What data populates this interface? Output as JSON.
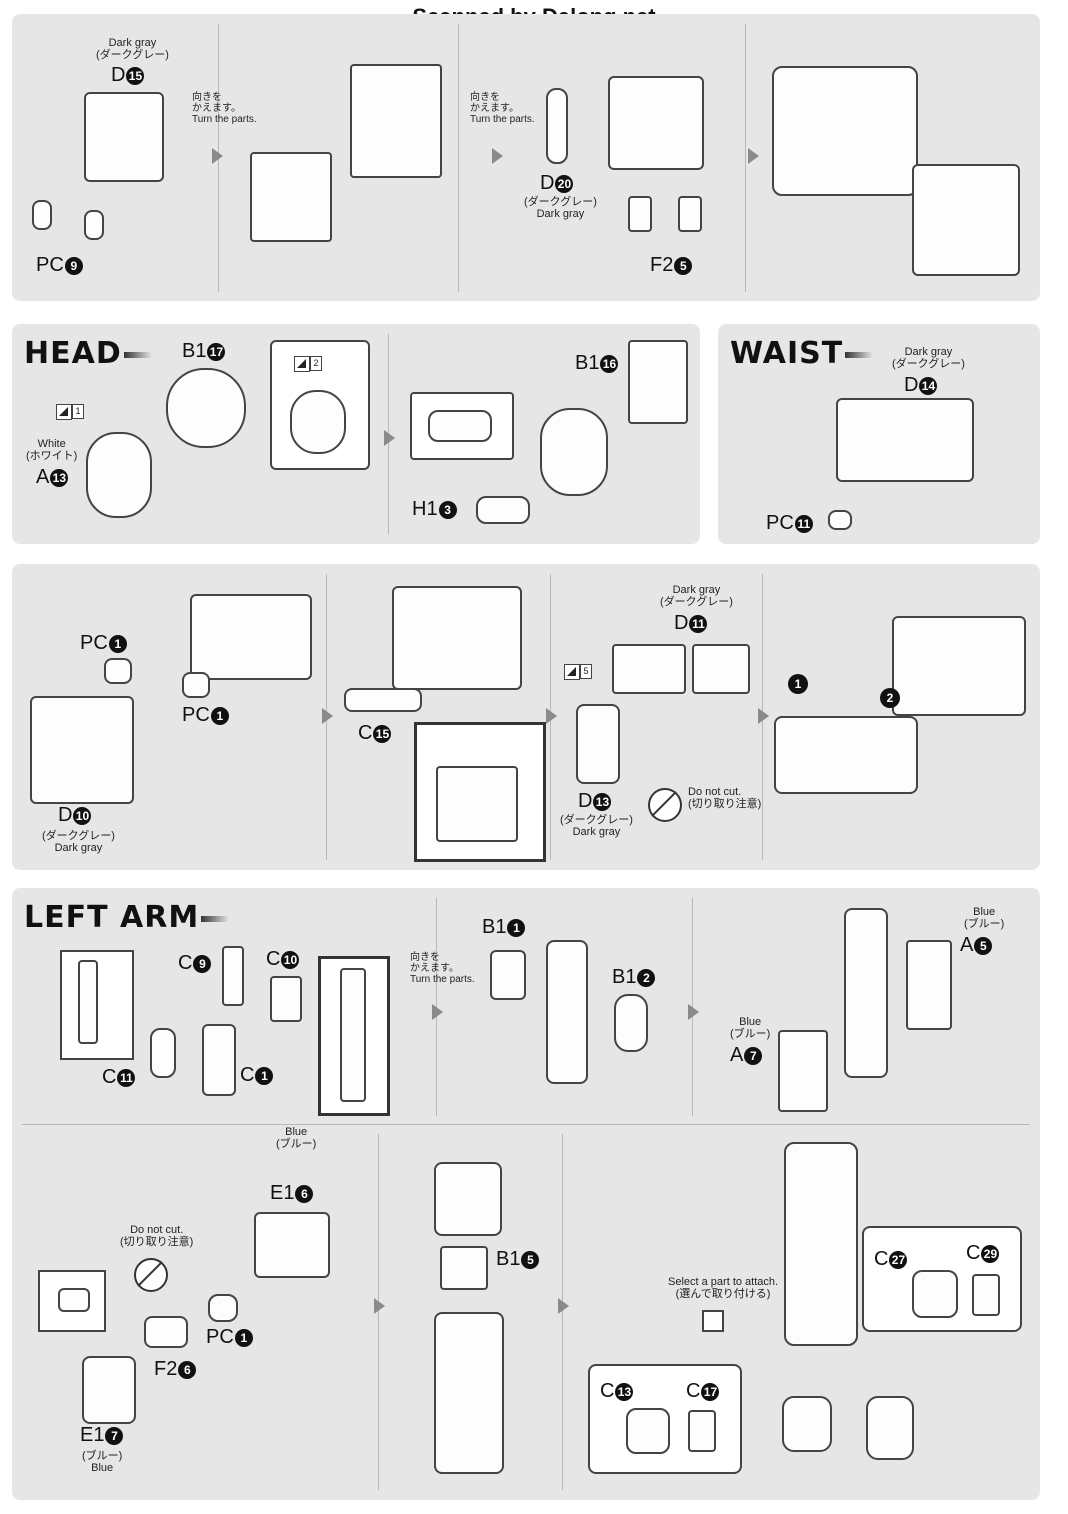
{
  "header": {
    "scan_credit": "Scanned by Dalong.net"
  },
  "turn_note": {
    "jp1": "向きを",
    "jp2": "かえます。",
    "en": "Turn the parts."
  },
  "no_cut_note": {
    "en": "Do not cut.",
    "jp": "(切り取り注意)"
  },
  "colors": {
    "dark_gray": {
      "en": "Dark gray",
      "jp": "(ダークグレー)"
    },
    "white": {
      "en": "White",
      "jp": "(ホワイト)"
    },
    "blue": {
      "en": "Blue",
      "jp": "(ブルー)"
    }
  },
  "select_note": {
    "en": "Select a part to attach.",
    "jp": "(選んで取り付ける)"
  },
  "icons": [
    "cut-flag-icon",
    "no-cut-icon",
    "direction-arrow-icon",
    "select-part-icon"
  ],
  "section1": {
    "parts": [
      {
        "name": "D",
        "num": "15"
      },
      {
        "name": "PC",
        "num": "9"
      },
      {
        "name": "D",
        "num": "20"
      },
      {
        "name": "F2",
        "num": "5"
      }
    ]
  },
  "head": {
    "title": "HEAD",
    "parts": [
      {
        "name": "B1",
        "num": "17"
      },
      {
        "name": "A",
        "num": "13"
      },
      {
        "name": "B1",
        "num": "16"
      },
      {
        "name": "H1",
        "num": "3"
      }
    ],
    "step1": "1",
    "step2": "2"
  },
  "waist": {
    "title": "WAIST",
    "parts": [
      {
        "name": "D",
        "num": "14"
      },
      {
        "name": "PC",
        "num": "11"
      }
    ]
  },
  "section3": {
    "parts": [
      {
        "name": "PC",
        "num": "1"
      },
      {
        "name": "PC",
        "num": "1"
      },
      {
        "name": "D",
        "num": "10"
      },
      {
        "name": "C",
        "num": "15"
      },
      {
        "name": "D",
        "num": "11"
      },
      {
        "name": "D",
        "num": "13"
      }
    ],
    "step5": "5",
    "order1": "1",
    "order2": "2"
  },
  "left_arm": {
    "title": "LEFT ARM",
    "parts_row1": [
      {
        "name": "C",
        "num": "9"
      },
      {
        "name": "C",
        "num": "10"
      },
      {
        "name": "C",
        "num": "11"
      },
      {
        "name": "C",
        "num": "1"
      },
      {
        "name": "B1",
        "num": "1"
      },
      {
        "name": "B1",
        "num": "2"
      },
      {
        "name": "A",
        "num": "5"
      },
      {
        "name": "A",
        "num": "7"
      }
    ],
    "parts_row2": [
      {
        "name": "E1",
        "num": "6"
      },
      {
        "name": "PC",
        "num": "1"
      },
      {
        "name": "F2",
        "num": "6"
      },
      {
        "name": "E1",
        "num": "7"
      },
      {
        "name": "B1",
        "num": "5"
      },
      {
        "name": "C",
        "num": "27"
      },
      {
        "name": "C",
        "num": "29"
      },
      {
        "name": "C",
        "num": "13"
      },
      {
        "name": "C",
        "num": "17"
      }
    ]
  }
}
